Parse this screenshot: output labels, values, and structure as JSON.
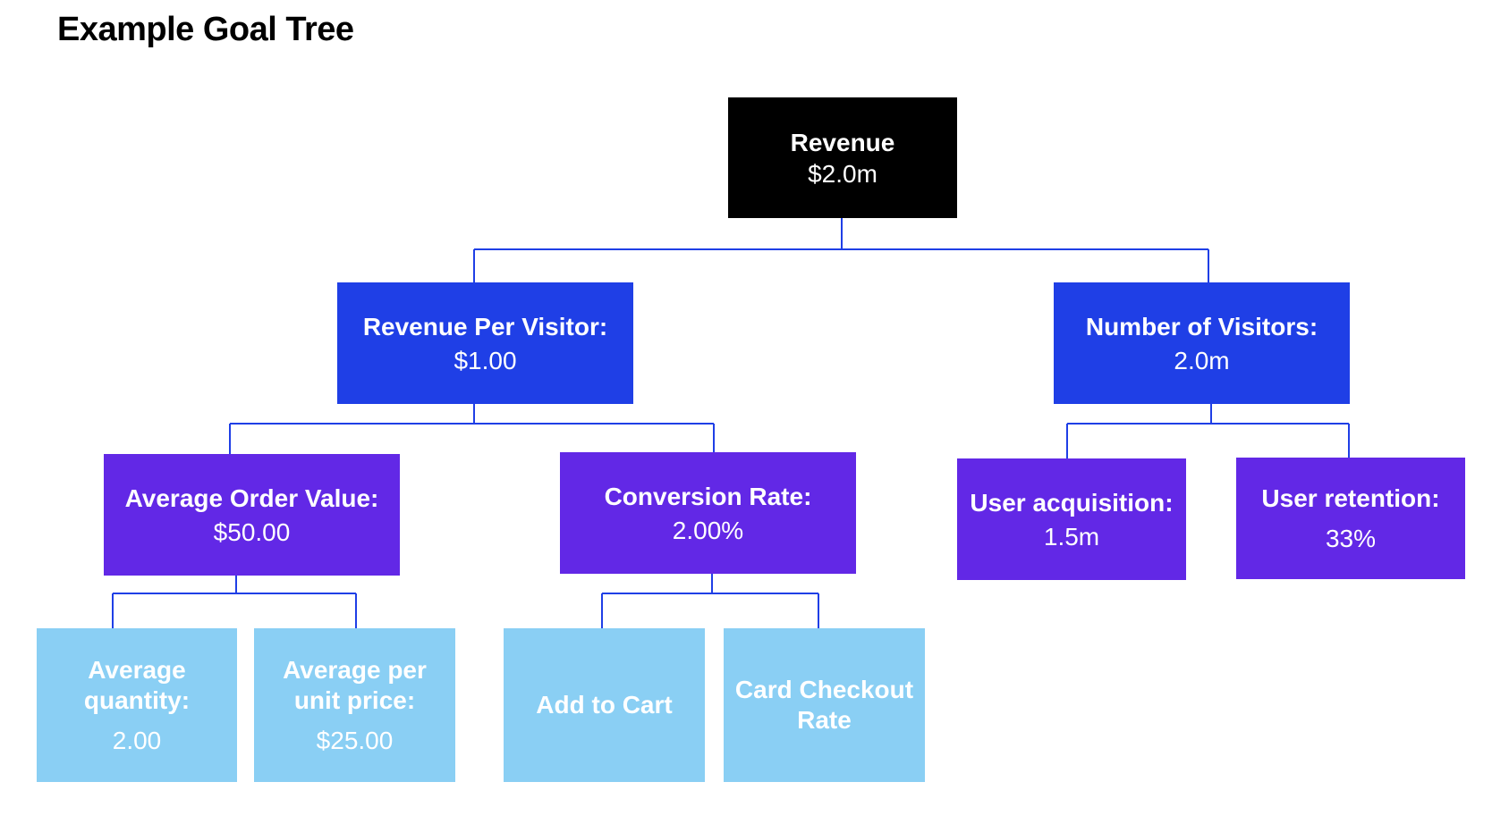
{
  "title": "Example Goal Tree",
  "colors": {
    "root": "#000000",
    "level1": "#1f3fe6",
    "level2": "#6228e6",
    "leaf": "#8acff4",
    "connector": "#1f3fe6"
  },
  "tree": {
    "revenue": {
      "label": "Revenue",
      "value": "$2.0m"
    },
    "revenue_per_visitor": {
      "label": "Revenue Per Visitor:",
      "value": "$1.00"
    },
    "number_of_visitors": {
      "label": "Number of Visitors:",
      "value": "2.0m"
    },
    "average_order_value": {
      "label": "Average Order Value:",
      "value": "$50.00"
    },
    "conversion_rate": {
      "label": "Conversion Rate:",
      "value": "2.00%"
    },
    "user_acquisition": {
      "label": "User acquisition:",
      "value": "1.5m"
    },
    "user_retention": {
      "label": "User retention:",
      "value": "33%"
    },
    "average_quantity": {
      "label": "Average quantity:",
      "value": "2.00"
    },
    "average_unit_price": {
      "label": "Average per unit price:",
      "value": "$25.00"
    },
    "add_to_cart": {
      "label": "Add to Cart"
    },
    "card_checkout_rate": {
      "label": "Card Checkout Rate"
    }
  }
}
